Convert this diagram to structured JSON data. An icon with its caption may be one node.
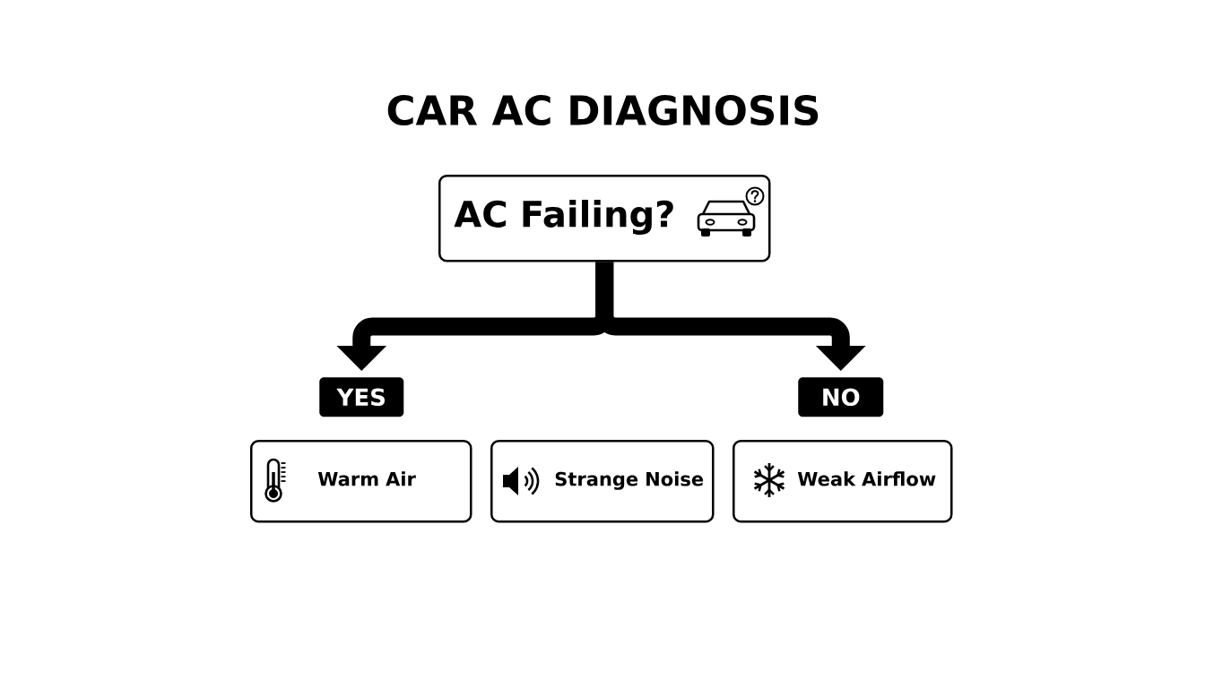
{
  "diagram": {
    "title": "CAR AC DIAGNOSIS",
    "nodes": [
      {
        "text": [
          "AC Failing?"
        ]
      },
      {
        "text": [
          "YES"
        ]
      },
      {
        "text": [
          "NO"
        ]
      },
      {
        "text": [
          "Warm Air"
        ]
      },
      {
        "text": [
          "Strange Noise"
        ]
      },
      {
        "text": [
          "Weak Airflow"
        ]
      }
    ],
    "edges": [
      {
        "from": 0,
        "to": 1,
        "arrow": "to"
      },
      {
        "from": 0,
        "to": 2,
        "arrow": "to"
      }
    ]
  }
}
